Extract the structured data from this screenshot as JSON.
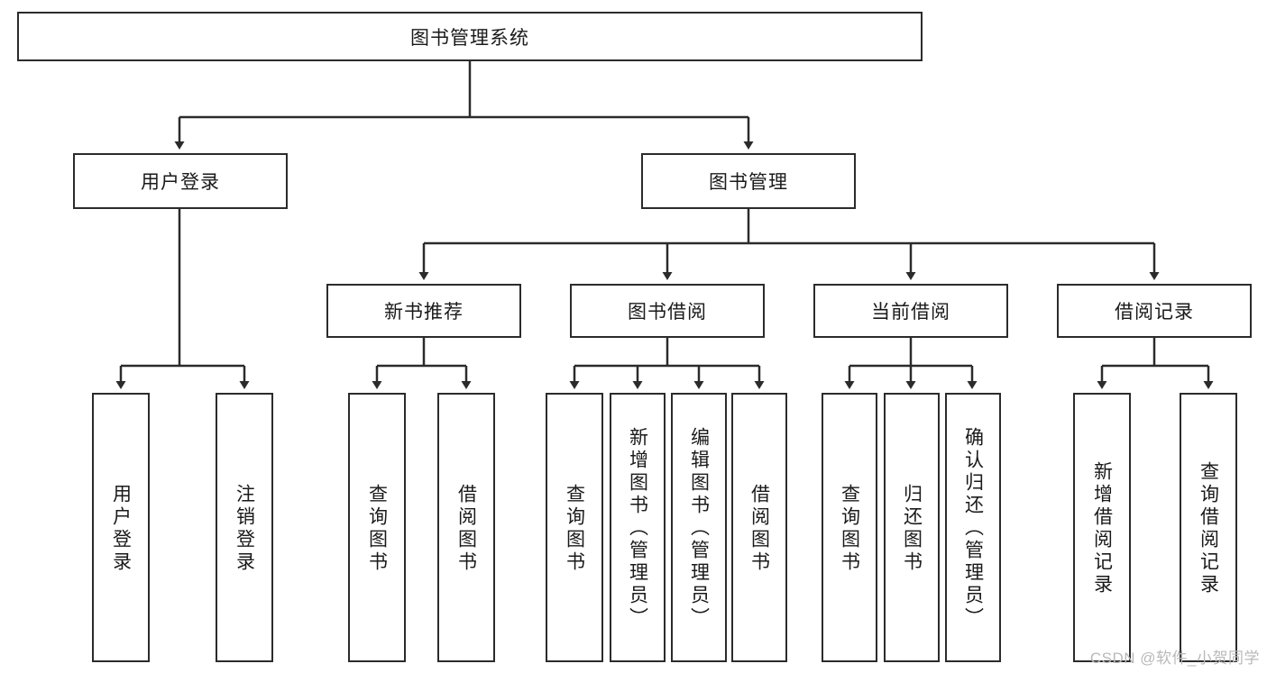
{
  "diagram": {
    "title": "图书管理系统",
    "watermark": "CSDN @软件_小贺同学",
    "line_color": "#2b2b2b",
    "box_fill": "#ffffff",
    "text_color": "#1a1a1a"
  },
  "nodes": {
    "root": {
      "label": "图书管理系统",
      "orientation": "horizontal"
    },
    "level2": [
      {
        "label": "用户登录",
        "orientation": "horizontal"
      },
      {
        "label": "图书管理",
        "orientation": "horizontal"
      }
    ],
    "level3": [
      {
        "label": "新书推荐",
        "orientation": "horizontal"
      },
      {
        "label": "图书借阅",
        "orientation": "horizontal"
      },
      {
        "label": "当前借阅",
        "orientation": "horizontal"
      },
      {
        "label": "借阅记录",
        "orientation": "horizontal"
      }
    ],
    "leaves_user_login": [
      {
        "label": "用户登录",
        "orientation": "vertical"
      },
      {
        "label": "注销登录",
        "orientation": "vertical"
      }
    ],
    "leaves_new_book": [
      {
        "label": "查询图书",
        "orientation": "vertical"
      },
      {
        "label": "借阅图书",
        "orientation": "vertical"
      }
    ],
    "leaves_borrow": [
      {
        "label": "查询图书",
        "orientation": "vertical"
      },
      {
        "label": "新增图书（管理员）",
        "orientation": "vertical"
      },
      {
        "label": "编辑图书（管理员）",
        "orientation": "vertical"
      },
      {
        "label": "借阅图书",
        "orientation": "vertical"
      }
    ],
    "leaves_current": [
      {
        "label": "查询图书",
        "orientation": "vertical"
      },
      {
        "label": "归还图书",
        "orientation": "vertical"
      },
      {
        "label": "确认归还（管理员）",
        "orientation": "vertical"
      }
    ],
    "leaves_records": [
      {
        "label": "新增借阅记录",
        "orientation": "vertical"
      },
      {
        "label": "查询借阅记录",
        "orientation": "vertical"
      }
    ]
  }
}
